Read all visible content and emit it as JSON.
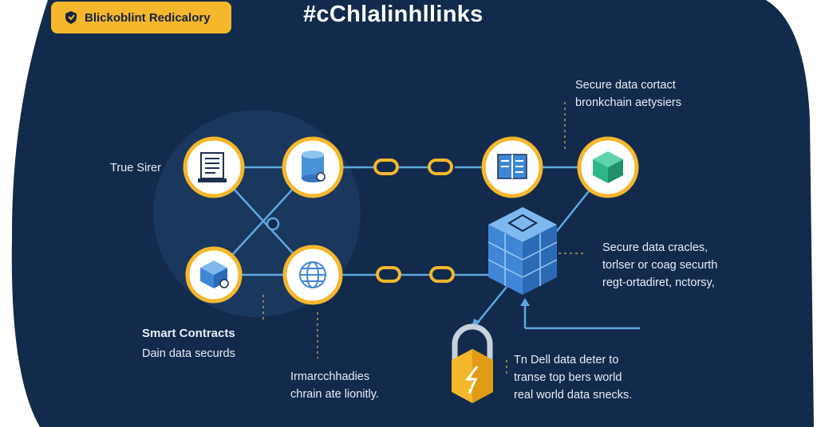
{
  "header": {
    "badge_label": "Blickoblint Redicalory",
    "title": "#cChlalinhllinks"
  },
  "labels": {
    "true_sirer": "True Sirer",
    "smart_contracts": "Smart Contracts",
    "dain_data": "Dain data securds",
    "bottom_mid_1": "Irmarcchhadies",
    "bottom_mid_2": "chrain ate lionitly.",
    "top_right_1": "Secure data cortact",
    "top_right_2": "bronkchain aetysiers",
    "mid_right_1": "Secure data cracles,",
    "mid_right_2": "torlser or coag securth",
    "mid_right_3": "regt-ortadiret, nctorsy,",
    "bottom_right_1": "Tn Dell data deter to",
    "bottom_right_2": "transe top bers world",
    "bottom_right_3": "real world data snecks."
  },
  "colors": {
    "background": "#122a4b",
    "accent": "#f5b72c",
    "line": "#5fa8e0",
    "cube_blue": "#3f87d6",
    "green": "#2fb58a"
  },
  "icons": [
    "document-icon",
    "database-icon",
    "book-icon",
    "green-cube-icon",
    "blue-cube-icon",
    "globe-icon",
    "server-cube-icon",
    "lock-icon"
  ]
}
